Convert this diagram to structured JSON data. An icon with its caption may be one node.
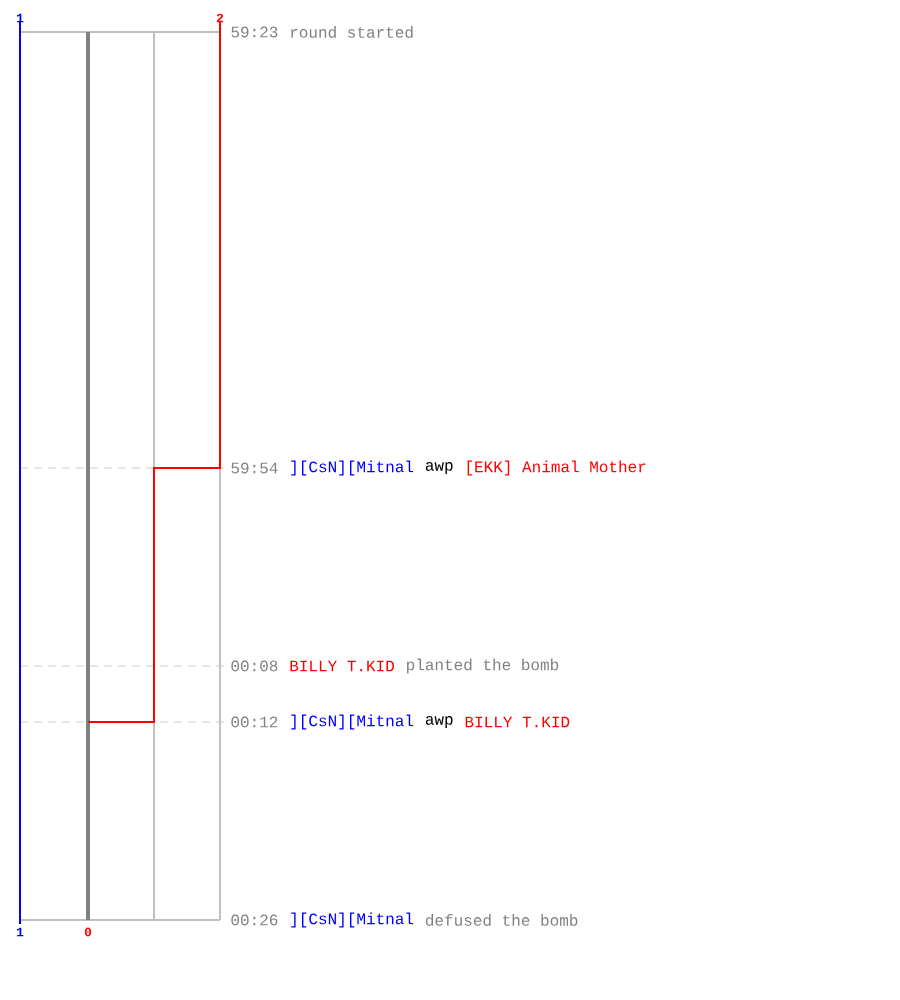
{
  "diagram": {
    "labels": [
      "1",
      "2",
      "59:23",
      "round started",
      "59:54",
      "][CsN][Mitnal",
      "awp",
      "[EKK] Animal Mother",
      "00:08",
      "BILLY T.KID",
      "planted the bomb",
      "00:12",
      "][CsN][Mitnal",
      "awp",
      "BILLY T.KID",
      "00:26",
      "][CsN][Mitnal",
      "defused the bomb",
      "1",
      "0"
    ]
  }
}
